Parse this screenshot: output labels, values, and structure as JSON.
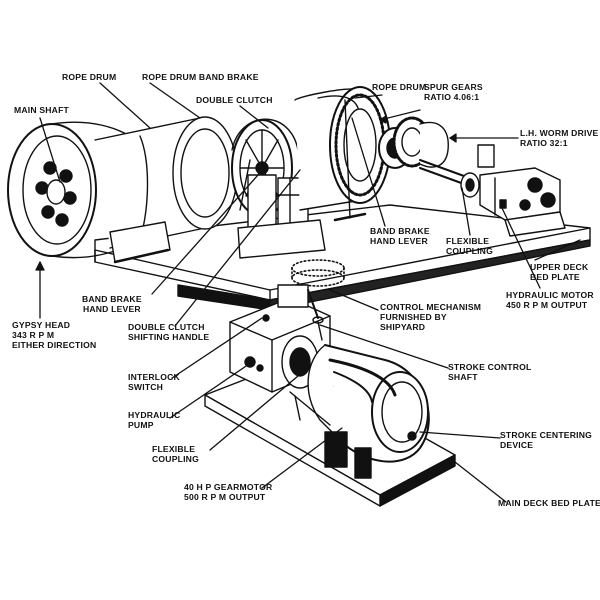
{
  "diagram": {
    "ink_color": "#111111",
    "background": "#ffffff",
    "labels": {
      "main_shaft": "MAIN SHAFT",
      "rope_drum_left": "ROPE DRUM",
      "rope_drum_band_brake": "ROPE DRUM BAND BRAKE",
      "double_clutch": "DOUBLE CLUTCH",
      "rope_drum_right": "ROPE DRUM",
      "spur_gears": [
        "SPUR GEARS",
        "RATIO 4.06:1"
      ],
      "worm_drive": [
        "L.H. WORM DRIVE",
        "RATIO 32:1"
      ],
      "band_brake_hand_lever_right": [
        "BAND BRAKE",
        "HAND LEVER"
      ],
      "flexible_coupling_upper": [
        "FLEXIBLE",
        "COUPLING"
      ],
      "upper_deck_bed_plate": [
        "UPPER DECK",
        "BED PLATE"
      ],
      "hydraulic_motor": [
        "HYDRAULIC MOTOR",
        "450 R P M OUTPUT"
      ],
      "band_brake_hand_lever_left": [
        "BAND BRAKE",
        "HAND LEVER"
      ],
      "control_mechanism": [
        "CONTROL MECHANISM",
        "FURNISHED BY",
        "SHIPYARD"
      ],
      "gypsy_head": [
        "GYPSY HEAD",
        "343 R P M",
        "EITHER DIRECTION"
      ],
      "double_clutch_shifting_handle": [
        "DOUBLE CLUTCH",
        "SHIFTING HANDLE"
      ],
      "stroke_control_shaft": [
        "STROKE CONTROL",
        "SHAFT"
      ],
      "interlock_switch": [
        "INTERLOCK",
        "SWITCH"
      ],
      "hydraulic_pump": [
        "HYDRAULIC",
        "PUMP"
      ],
      "stroke_centering_device": [
        "STROKE CENTERING",
        "DEVICE"
      ],
      "flexible_coupling_lower": [
        "FLEXIBLE",
        "COUPLING"
      ],
      "gearmotor": [
        "40 H P GEARMOTOR",
        "500 R P M OUTPUT"
      ],
      "main_deck_bed_plate": "MAIN DECK BED PLATE"
    }
  }
}
